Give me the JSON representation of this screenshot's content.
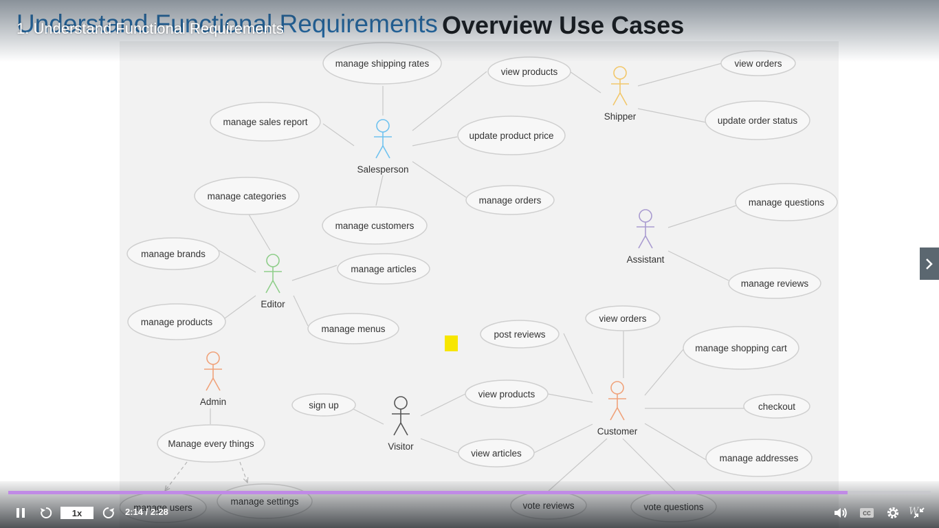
{
  "slide": {
    "title": "Understand Functional Requirements",
    "heading": "Overview Use Cases"
  },
  "video": {
    "title": "1. Understand Functional Requirements",
    "speed": "1x",
    "time": "2:14 / 2:28",
    "progress_fraction": 0.91,
    "watermark": "W"
  },
  "colors": {
    "title_blue": "#1f6fb2",
    "salesperson": "#6fc2ef",
    "shipper": "#f2c76a",
    "editor": "#8fce8a",
    "assistant": "#a99bd0",
    "admin": "#f0a27a",
    "visitor": "#555555",
    "customer": "#f0a27a",
    "progress": "#c08ae6",
    "highlight": "#f7e600"
  },
  "icons": {
    "pause": "pause-icon",
    "rewind": "rewind-icon",
    "forward": "forward-icon",
    "volume": "volume-icon",
    "captions": "captions-icon",
    "settings": "gear-icon",
    "fullscreen": "exit-fullscreen-icon",
    "next": "chevron-right-icon"
  },
  "diagram": {
    "actors": [
      {
        "name": "Salesperson",
        "color": "#6fc2ef"
      },
      {
        "name": "Shipper",
        "color": "#f2c76a"
      },
      {
        "name": "Editor",
        "color": "#8fce8a"
      },
      {
        "name": "Assistant",
        "color": "#a99bd0"
      },
      {
        "name": "Admin",
        "color": "#f0a27a"
      },
      {
        "name": "Visitor",
        "color": "#555555"
      },
      {
        "name": "Customer",
        "color": "#f0a27a"
      }
    ],
    "use_cases": [
      "manage shipping rates",
      "view products",
      "manage sales report",
      "update product price",
      "manage orders",
      "manage customers",
      "view orders",
      "update order status",
      "manage categories",
      "manage brands",
      "manage articles",
      "manage products",
      "manage menus",
      "manage questions",
      "manage reviews",
      "Manage every things",
      "manage users",
      "manage settings",
      "post reviews",
      "view orders",
      "manage shopping cart",
      "sign up",
      "view products",
      "view articles",
      "checkout",
      "manage addresses",
      "vote reviews",
      "vote questions"
    ]
  }
}
